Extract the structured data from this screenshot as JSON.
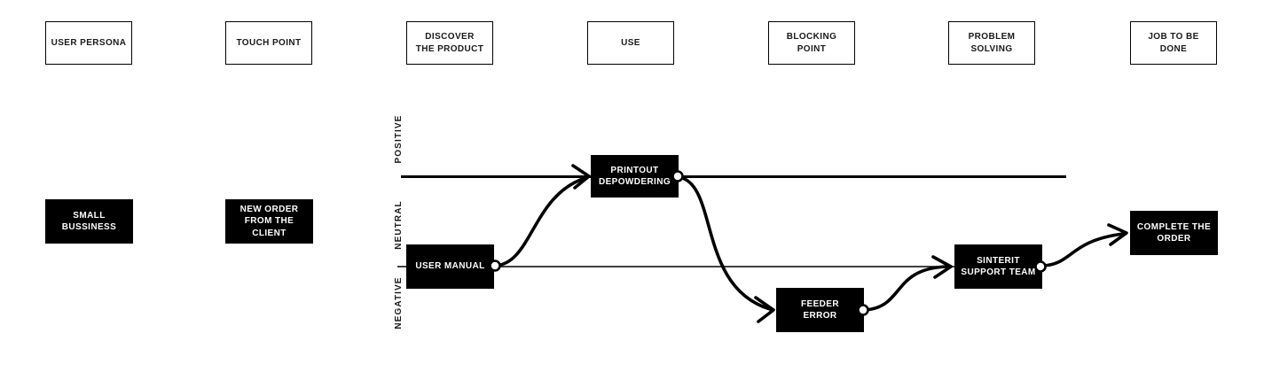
{
  "stages": [
    {
      "label": "USER PERSONA"
    },
    {
      "label": "TOUCH POINT"
    },
    {
      "label": "DISCOVER\nTHE PRODUCT"
    },
    {
      "label": "USE"
    },
    {
      "label": "BLOCKING\nPOINT"
    },
    {
      "label": "PROBLEM\nSOLVING"
    },
    {
      "label": "JOB TO BE\nDONE"
    }
  ],
  "sentiment_axis": {
    "positive": "POSITIVE",
    "neutral": "NEUTRAL",
    "negative": "NEGATIVE"
  },
  "nodes": {
    "small_bussiness": {
      "label": "SMALL\nBUSSINESS",
      "stage": "USER PERSONA"
    },
    "new_order": {
      "label": "NEW ORDER\nFROM THE\nCLIENT",
      "stage": "TOUCH POINT"
    },
    "user_manual": {
      "label": "USER MANUAL",
      "stage": "DISCOVER THE PRODUCT",
      "sentiment": "neutral"
    },
    "printout_depowdering": {
      "label": "PRINTOUT\nDEPOWDERING",
      "stage": "USE",
      "sentiment": "positive"
    },
    "feeder_error": {
      "label": "FEEDER\nERROR",
      "stage": "BLOCKING POINT",
      "sentiment": "negative"
    },
    "sinterit_support": {
      "label": "SINTERIT\nSUPPORT TEAM",
      "stage": "PROBLEM SOLVING",
      "sentiment": "neutral"
    },
    "complete_order": {
      "label": "COMPLETE THE\nORDER",
      "stage": "JOB TO BE DONE",
      "sentiment": "neutral"
    }
  },
  "flow_edges": [
    {
      "from": "USER MANUAL",
      "to": "PRINTOUT DEPOWDERING"
    },
    {
      "from": "PRINTOUT DEPOWDERING",
      "to": "FEEDER ERROR"
    },
    {
      "from": "FEEDER ERROR",
      "to": "SINTERIT SUPPORT TEAM"
    },
    {
      "from": "SINTERIT SUPPORT TEAM",
      "to": "COMPLETE THE ORDER"
    }
  ],
  "colors": {
    "background": "#ffffff",
    "node_fill": "#000000",
    "node_text": "#ffffff",
    "stage_border": "#000000",
    "line": "#000000"
  }
}
